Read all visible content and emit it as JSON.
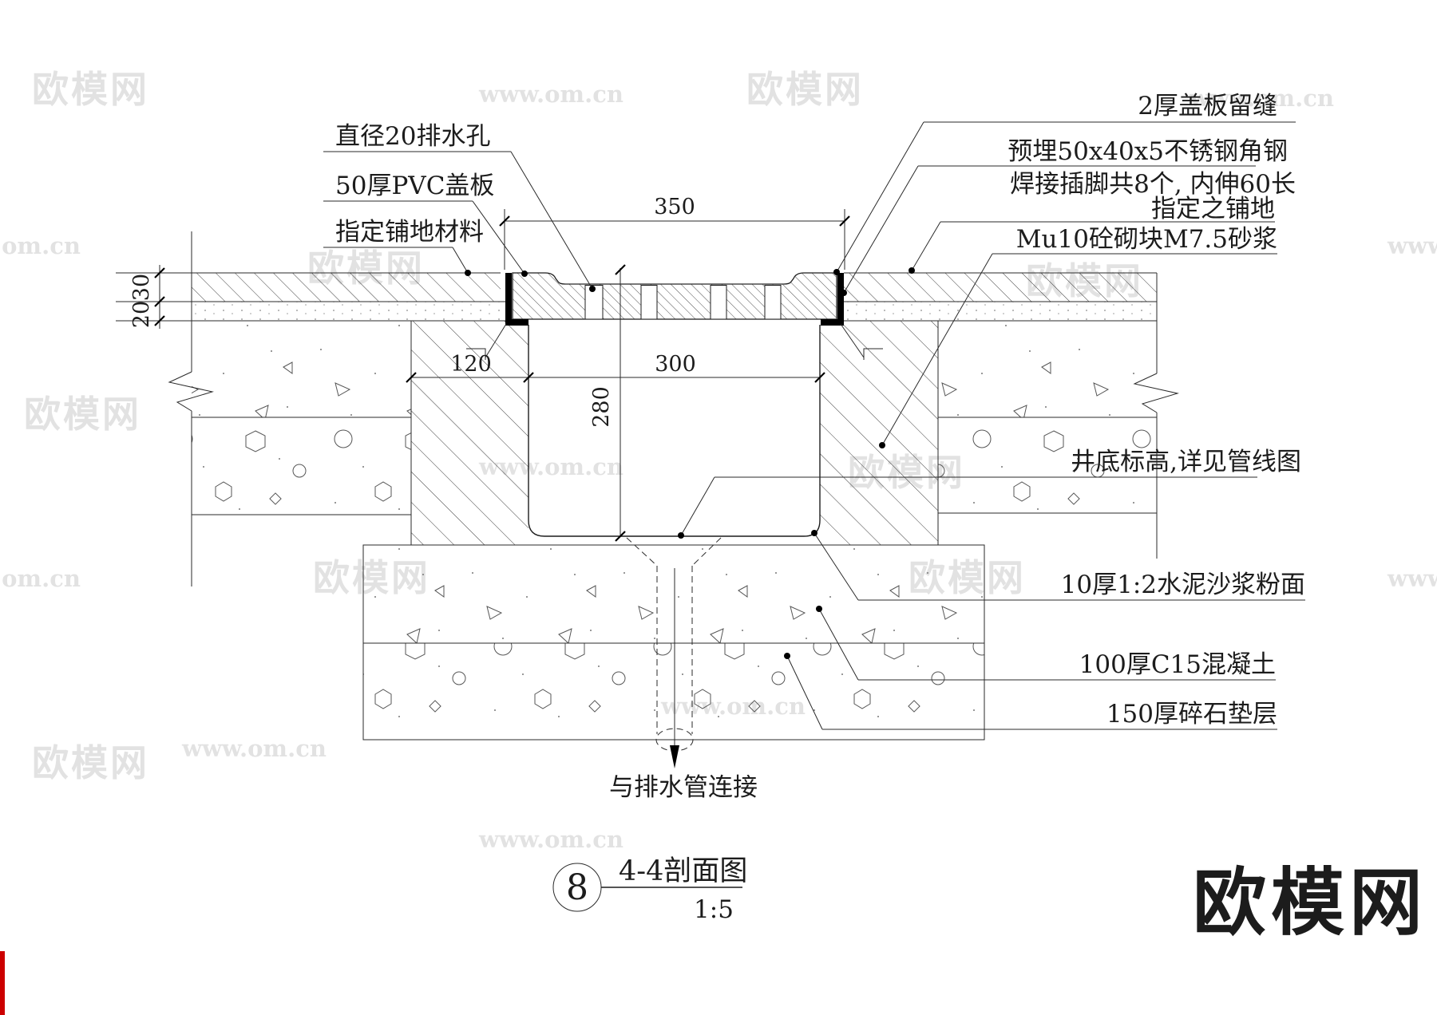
{
  "drawing": {
    "callouts_left": [
      {
        "text": "直径20排水孔"
      },
      {
        "text": "50厚PVC盖板"
      },
      {
        "text": "指定铺地材料"
      }
    ],
    "callouts_right": [
      {
        "text": "2厚盖板留缝"
      },
      {
        "text": "预埋50x40x5不锈钢角钢"
      },
      {
        "text": "焊接插脚共8个, 内伸60长"
      },
      {
        "text": "指定之铺地"
      },
      {
        "text": "Mu10砼砌块M7.5砂浆"
      },
      {
        "text": "井底标高,详见管线图"
      },
      {
        "text": "10厚1:2水泥沙浆粉面"
      },
      {
        "text": "100厚C15混凝土"
      },
      {
        "text": "150厚碎石垫层"
      }
    ],
    "callout_bottom": {
      "text": "与排水管连接"
    },
    "dimensions": {
      "opening_width": "350",
      "channel_width": "300",
      "channel_depth": "280",
      "wall_width": "120",
      "paving_thickness": "30",
      "mortar_thickness": "20"
    }
  },
  "title_block": {
    "detail_number": "8",
    "detail_name": "4-4剖面图",
    "detail_scale": "1:5"
  },
  "watermarks": {
    "site_name": "欧模网",
    "site_url": "www.om.cn"
  },
  "logo": {
    "text": "欧模网"
  },
  "colors": {
    "line": "#1c1c1c",
    "steel_angle": "#000000",
    "watermark": "#dedede",
    "logo_red": "#8e1e1e",
    "edge_mark_red": "#cc0000"
  }
}
